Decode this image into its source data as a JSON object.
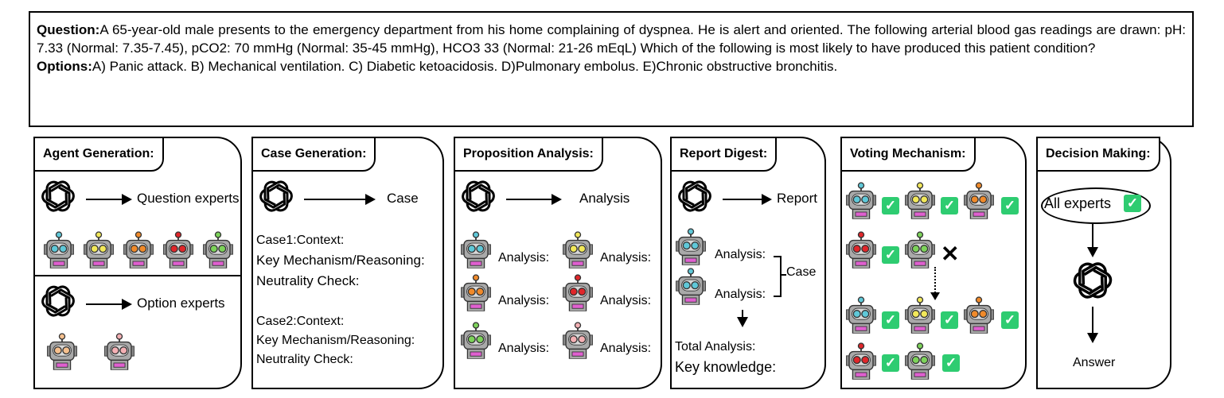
{
  "question": {
    "label": "Question:",
    "text": "A 65-year-old male presents to the emergency department from his home complaining of dyspnea. He is alert and oriented. The following arterial blood gas readings are drawn: pH: 7.33 (Normal: 7.35-7.45), pCO2: 70 mmHg (Normal: 35-45 mmHg), HCO3 33 (Normal: 21-26 mEqL) Which of the following is most likely to have produced this patient condition?",
    "options_label": "Options:",
    "options_text": "A) Panic attack. B) Mechanical ventilation. C) Diabetic ketoacidosis. D)Pulmonary embolus. E)Chronic obstructive bronchitis."
  },
  "panels": {
    "agent_generation": {
      "title": "Agent Generation:",
      "question_experts": "Question experts",
      "option_experts": "Option experts"
    },
    "case_generation": {
      "title": "Case Generation:",
      "output": "Case",
      "case1_context": "Case1:Context:",
      "case1_mechanism": "Key Mechanism/Reasoning:",
      "case1_neutrality": "Neutrality Check:",
      "case2_context": "Case2:Context:",
      "case2_mechanism": "Key Mechanism/Reasoning:",
      "case2_neutrality": "Neutrality Check:"
    },
    "proposition_analysis": {
      "title": "Proposition Analysis:",
      "output": "Analysis",
      "analysis_label": "Analysis:"
    },
    "report_digest": {
      "title": "Report Digest:",
      "output": "Report",
      "analysis_label": "Analysis:",
      "case_label": "Case",
      "total_analysis": "Total Analysis:",
      "key_knowledge": "Key knowledge:"
    },
    "voting_mechanism": {
      "title": "Voting Mechanism:"
    },
    "decision_making": {
      "title": "Decision Making:",
      "all_experts": "All experts",
      "answer": "Answer"
    }
  },
  "robot_colors": {
    "cyan": "#5fc8d8",
    "yellow": "#f2e85a",
    "orange": "#f08a2a",
    "red": "#e0262a",
    "green": "#7dd35a",
    "peach": "#f6c08e",
    "pink": "#f4b0b4"
  },
  "icons": {
    "llm": "openai-logo-icon",
    "agent": "robot-icon",
    "approve": "check-icon",
    "reject": "cross-icon"
  }
}
